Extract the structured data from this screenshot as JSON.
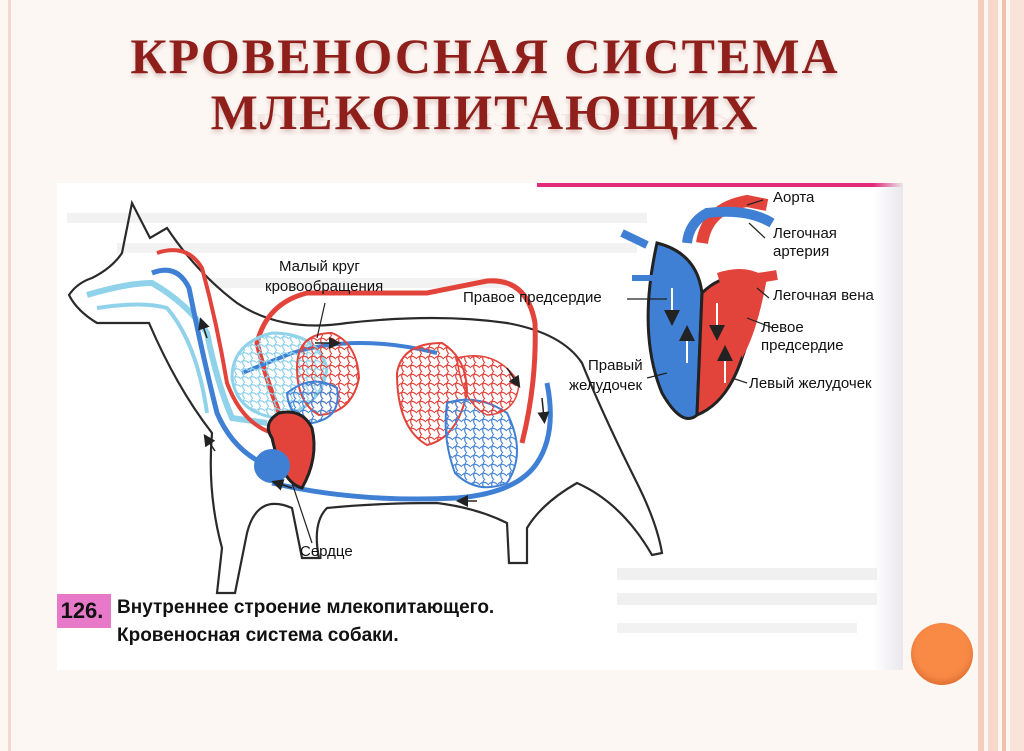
{
  "slide": {
    "title_lines": [
      "КРОВЕНОСНАЯ СИСТЕМА",
      "МЛЕКОПИТАЮЩИХ"
    ],
    "colors": {
      "title": "#8e1f1a",
      "background": "#fdf7f4",
      "accent_bullet": "#f88a46",
      "arterial": "#e2443c",
      "venous": "#3f7fd4",
      "caption_tag": "#e879c9"
    }
  },
  "figure": {
    "number": "126.",
    "caption_lines": [
      "Внутреннее строение млекопитающего.",
      "Кровеносная система собаки."
    ],
    "labels": {
      "small_circle": [
        "Малый круг",
        "кровообращения"
      ],
      "heart": "Сердце",
      "aorta": "Аорта",
      "pulmonary_artery": [
        "Легочная",
        "артерия"
      ],
      "pulmonary_vein": "Легочная вена",
      "left_atrium": [
        "Левое",
        "предсердие"
      ],
      "right_atrium": "Правое предсердие",
      "right_ventricle": [
        "Правый",
        "желудочек"
      ],
      "left_ventricle": "Левый желудочек"
    }
  }
}
